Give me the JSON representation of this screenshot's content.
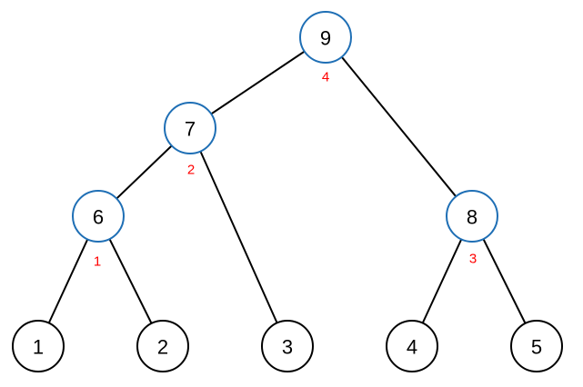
{
  "colors": {
    "internal_node_stroke": "#1f6fb5",
    "leaf_node_stroke": "#000000",
    "edge": "#000000",
    "order_label": "#ff0000"
  },
  "tree": {
    "nodes": [
      {
        "id": "n9",
        "value": "9",
        "kind": "internal",
        "order": "4"
      },
      {
        "id": "n7",
        "value": "7",
        "kind": "internal",
        "order": "2"
      },
      {
        "id": "n8",
        "value": "8",
        "kind": "internal",
        "order": "3"
      },
      {
        "id": "n6",
        "value": "6",
        "kind": "internal",
        "order": "1"
      },
      {
        "id": "n1",
        "value": "1",
        "kind": "leaf"
      },
      {
        "id": "n2",
        "value": "2",
        "kind": "leaf"
      },
      {
        "id": "n3",
        "value": "3",
        "kind": "leaf"
      },
      {
        "id": "n4",
        "value": "4",
        "kind": "leaf"
      },
      {
        "id": "n5",
        "value": "5",
        "kind": "leaf"
      }
    ],
    "edges": [
      {
        "from": "n9",
        "to": "n7"
      },
      {
        "from": "n9",
        "to": "n8"
      },
      {
        "from": "n7",
        "to": "n6"
      },
      {
        "from": "n7",
        "to": "n3"
      },
      {
        "from": "n6",
        "to": "n1"
      },
      {
        "from": "n6",
        "to": "n2"
      },
      {
        "from": "n8",
        "to": "n4"
      },
      {
        "from": "n8",
        "to": "n5"
      }
    ]
  }
}
